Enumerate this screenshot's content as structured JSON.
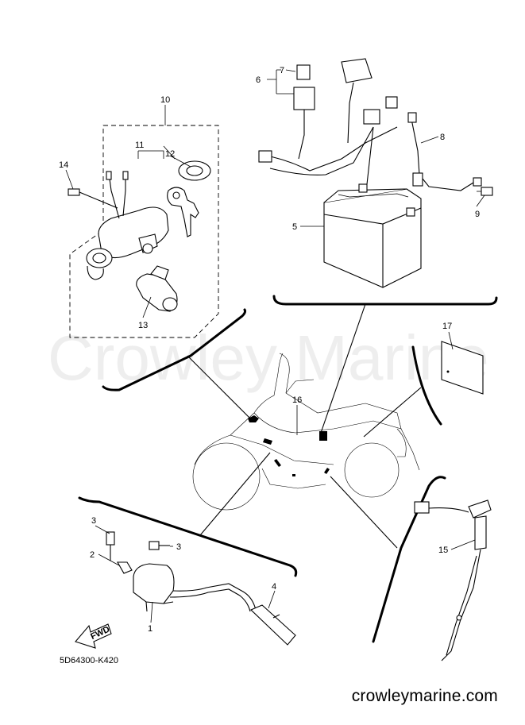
{
  "watermark": "Crowley Marine",
  "drawing_code": "5D64300-K420",
  "footer_url": "crowleymarine.com",
  "fwd_label": "FWD",
  "callouts": {
    "c1": "1",
    "c2": "2",
    "c3a": "3",
    "c3b": "3",
    "c4": "4",
    "c5": "5",
    "c6": "6",
    "c7": "7",
    "c8": "8",
    "c9": "9",
    "c10": "10",
    "c11": "11",
    "c12": "12",
    "c13": "13",
    "c14": "14",
    "c15": "15",
    "c16": "16",
    "c17": "17"
  }
}
